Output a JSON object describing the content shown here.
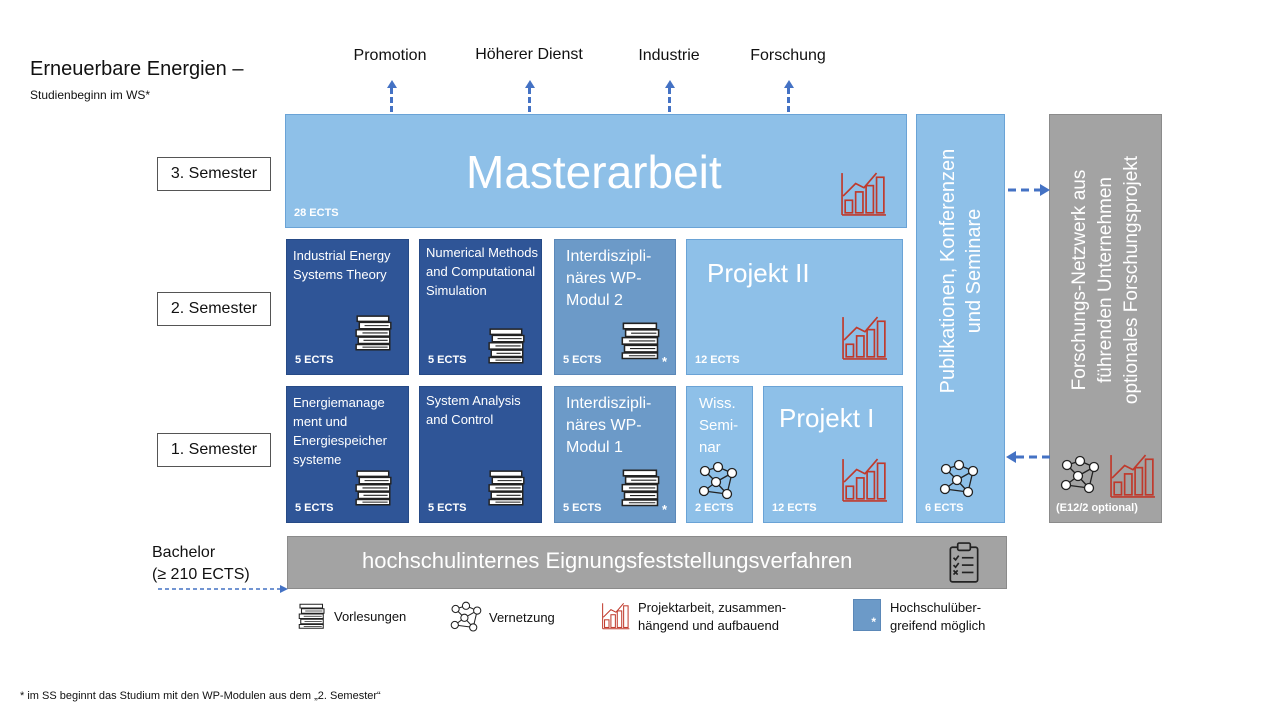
{
  "header": {
    "title": "Erneuerbare Energien –",
    "subtitle": "Studienbeginn im WS*"
  },
  "careers": [
    "Promotion",
    "Höherer Dienst",
    "Industrie",
    "Forschung"
  ],
  "semesters": {
    "s3": "3. Semester",
    "s2": "2. Semester",
    "s1": "1. Semester"
  },
  "modules": {
    "masterarbeit": {
      "title": "Masterarbeit",
      "ects": "28 ECTS"
    },
    "industrial_energy": {
      "title": "Industrial Energy Systems Theory",
      "ects": "5 ECTS"
    },
    "numerical": {
      "title": "Numerical Methods and Computational Simulation",
      "ects": "5 ECTS"
    },
    "wp2": {
      "title": "Interdiszipli-näres WP-Modul 2",
      "ects": "5 ECTS",
      "mark": "*"
    },
    "projekt2": {
      "title": "Projekt II",
      "ects": "12 ECTS"
    },
    "energiemanagement": {
      "title": "Energiemanage ment und Energiespeicher systeme",
      "ects": "5 ECTS"
    },
    "system_analysis": {
      "title": "System Analysis and Control",
      "ects": "5 ECTS"
    },
    "wp1": {
      "title": "Interdiszipli-näres WP-Modul 1",
      "ects": "5 ECTS",
      "mark": "*"
    },
    "seminar": {
      "title": "Wiss. Semi-nar",
      "ects": "2 ECTS"
    },
    "projekt1": {
      "title": "Projekt I",
      "ects": "12 ECTS"
    },
    "publikationen": {
      "line1": "Publikationen, Konferenzen",
      "line2": "und Seminare",
      "ects": "6 ECTS"
    },
    "forschung": {
      "line1": "Forschungs-Netzwerk aus",
      "line2": "führenden Unternehmen",
      "line3": "optionales Forschungsprojekt",
      "note": "(E12/2 optional)"
    },
    "eignung": {
      "title": "hochschulinternes Eignungsfeststellungsverfahren"
    }
  },
  "bachelor": {
    "line1": "Bachelor",
    "line2": "(≥ 210 ECTS)"
  },
  "legend": {
    "vorlesungen": "Vorlesungen",
    "vernetzung": "Vernetzung",
    "projekt_line1": "Projektarbeit, zusammen-",
    "projekt_line2": "hängend und aufbauend",
    "hochschul_line1": "Hochschulüber-",
    "hochschul_line2": "greifend möglich",
    "hochschul_mark": "*"
  },
  "footnote": "* im SS beginnt das Studium mit den WP-Modulen aus dem „2. Semester“",
  "colors": {
    "dark_blue": "#2f5597",
    "mid_blue": "#6c9ac8",
    "light_blue": "#8ec0e8",
    "grey": "#a3a3a3",
    "arrow_blue": "#4472c4",
    "project_red": "#c0392b"
  },
  "icons": [
    "books-icon",
    "network-icon",
    "bar-chart-icon",
    "clipboard-icon"
  ]
}
